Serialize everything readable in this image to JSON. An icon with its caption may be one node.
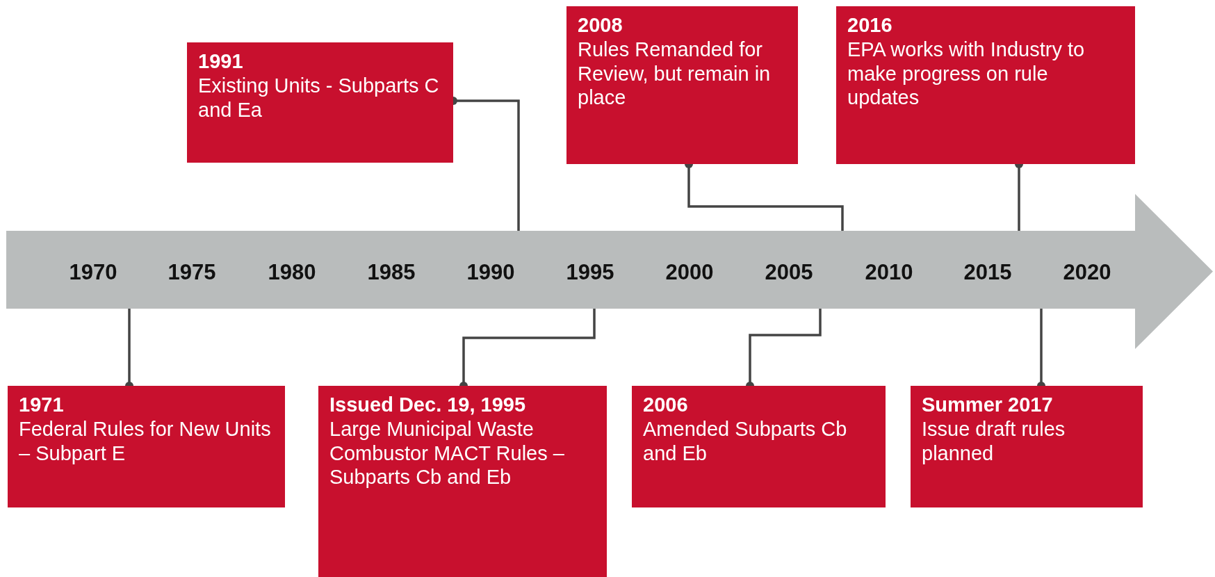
{
  "diagram": {
    "nodes": [
      {
        "text": [
          "1991",
          "Existing Units - Subparts C and Ea"
        ]
      },
      {
        "text": [
          "2008",
          "Rules Remanded for Review, but remain in place"
        ]
      },
      {
        "text": [
          "2016",
          "EPA works with Industry to make progress on rule updates"
        ]
      },
      {
        "text": [
          "1970",
          "1975",
          "1980",
          "1985",
          "1990",
          "1995",
          "2000",
          "2005",
          "2010",
          "2015",
          "2020"
        ]
      },
      {
        "text": [
          "1971",
          "Federal Rules for New Units – Subpart E"
        ]
      },
      {
        "text": [
          "Issued Dec. 19, 1995",
          "Large Municipal Waste Combustor MACT Rules – Subparts Cb and Eb"
        ]
      },
      {
        "text": [
          "2006",
          "Amended Subparts Cb and Eb"
        ]
      },
      {
        "text": [
          "Summer 2017",
          "Issue draft rules planned"
        ]
      }
    ],
    "edges": [
      {
        "from": 0,
        "to": 3,
        "arrow": "other"
      },
      {
        "from": 1,
        "to": 3,
        "arrow": "other"
      },
      {
        "from": 2,
        "to": 3,
        "arrow": "other"
      },
      {
        "from": 4,
        "to": 3,
        "arrow": "other"
      },
      {
        "from": 5,
        "to": 3,
        "arrow": "other"
      },
      {
        "from": 6,
        "to": 3,
        "arrow": "other"
      },
      {
        "from": 7,
        "to": 3,
        "arrow": "other"
      }
    ]
  }
}
